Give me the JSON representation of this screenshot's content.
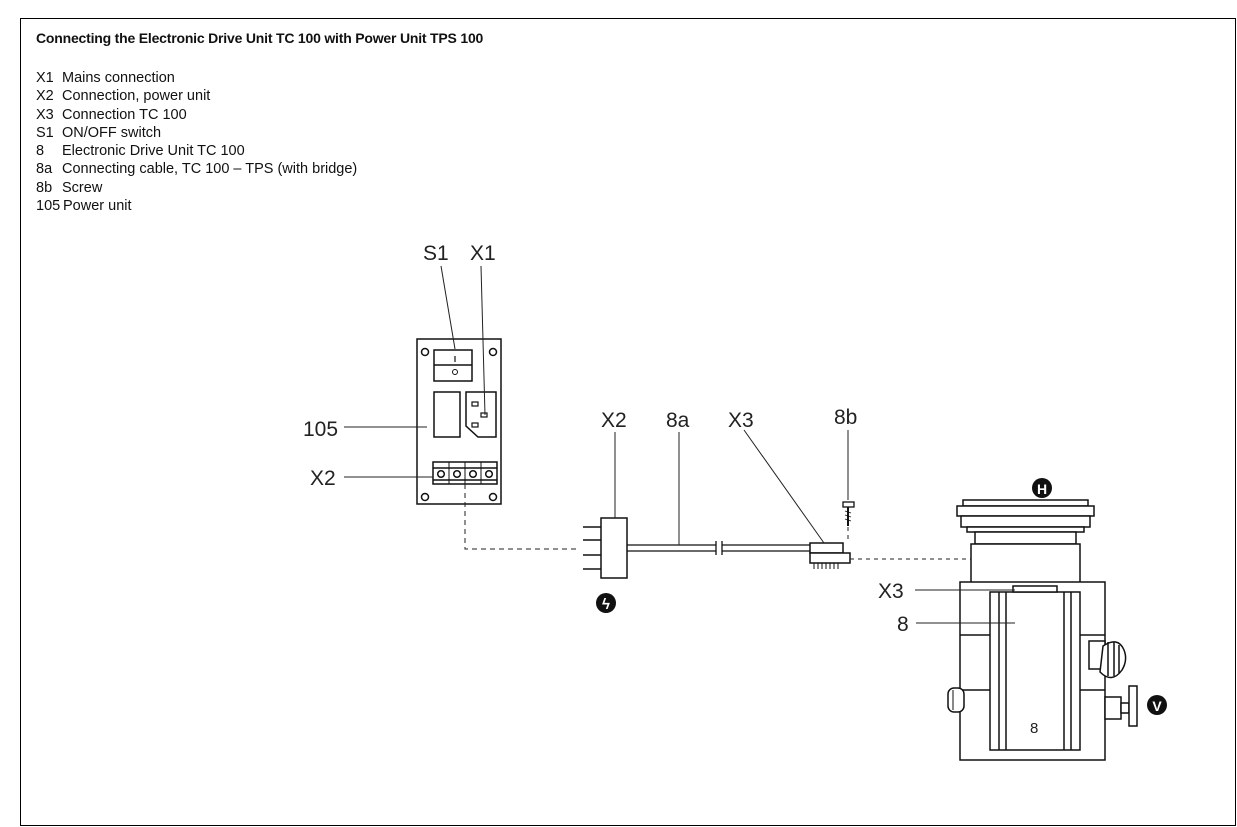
{
  "title": "Connecting the Electronic Drive Unit TC 100 with Power Unit TPS 100",
  "legend": [
    {
      "key": "X1",
      "text": "Mains connection"
    },
    {
      "key": "X2",
      "text": "Connection, power unit"
    },
    {
      "key": "X3",
      "text": "Connection TC 100"
    },
    {
      "key": "S1",
      "text": "ON/OFF switch"
    },
    {
      "key": "8",
      "text": "Electronic Drive Unit TC 100"
    },
    {
      "key": "8a",
      "text": "Connecting cable, TC 100 – TPS (with bridge)"
    },
    {
      "key": "8b",
      "text": "Screw"
    },
    {
      "key": "105",
      "text": "Power unit"
    }
  ],
  "callouts": {
    "s1": "S1",
    "x1": "X1",
    "power_unit": "105",
    "x2_power_unit": "X2",
    "x2_cable": "X2",
    "cable_8a": "8a",
    "x3_cable": "X3",
    "screw_8b": "8b",
    "x3_pump": "X3",
    "drive_unit": "8",
    "drive_unit_marking": "8"
  },
  "badges": {
    "h": "H",
    "v": "V",
    "lightning": "ϟ"
  }
}
